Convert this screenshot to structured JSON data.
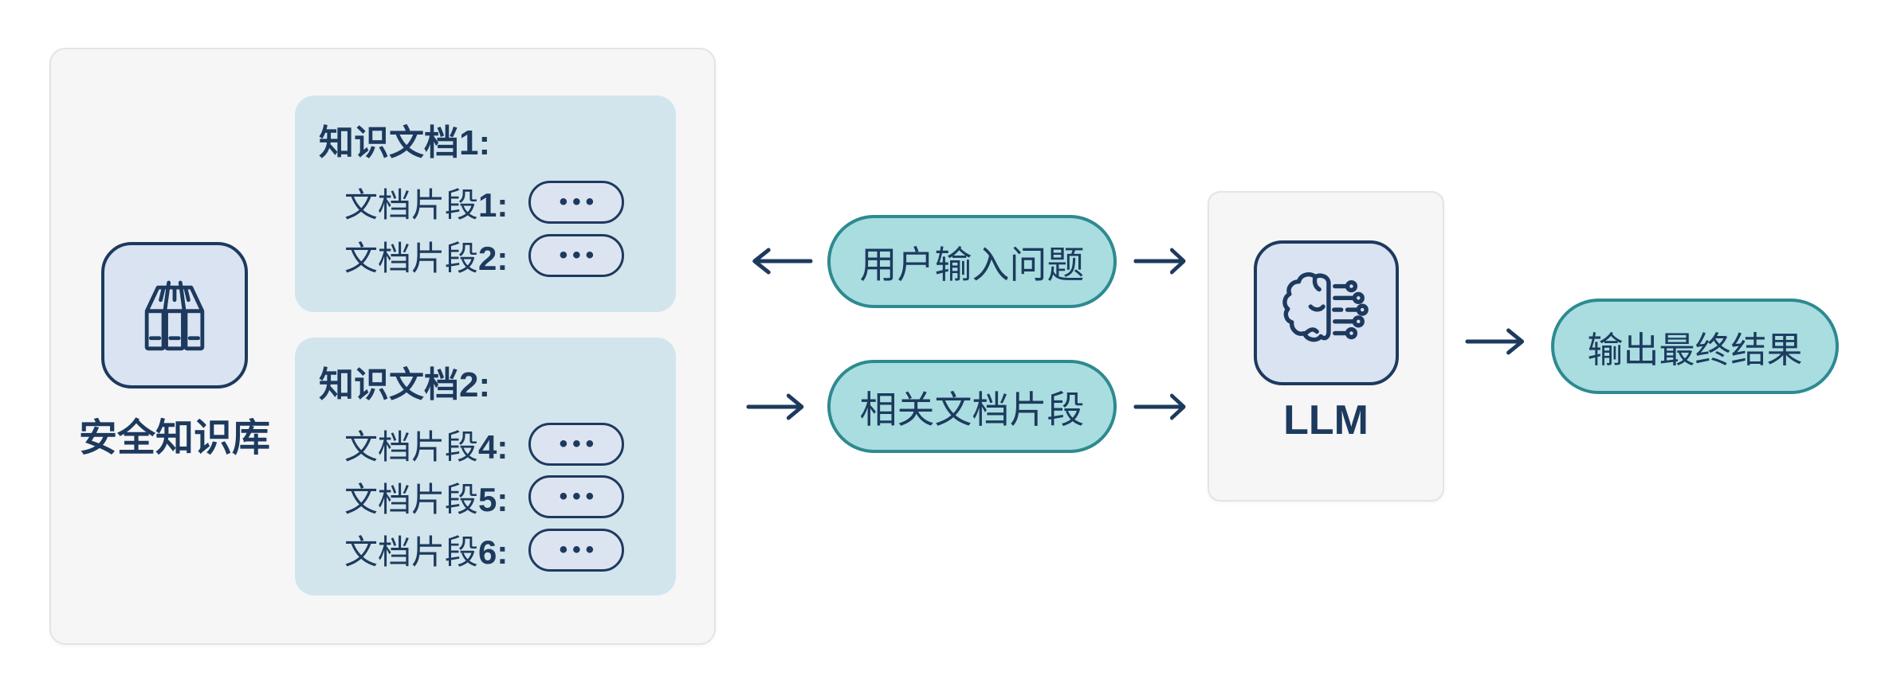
{
  "knowledge_base": {
    "label": "安全知识库",
    "icon": "library-books-icon",
    "documents": [
      {
        "title": "知识文档1:",
        "fragments": [
          {
            "label": "文档片段",
            "num": "1:",
            "value": "•••"
          },
          {
            "label": "文档片段",
            "num": "2:",
            "value": "•••"
          }
        ]
      },
      {
        "title": "知识文档2:",
        "fragments": [
          {
            "label": "文档片段",
            "num": "4:",
            "value": "•••"
          },
          {
            "label": "文档片段",
            "num": "5:",
            "value": "•••"
          },
          {
            "label": "文档片段",
            "num": "6:",
            "value": "•••"
          }
        ]
      }
    ]
  },
  "flow": {
    "user_query_label": "用户输入问题",
    "related_fragments_label": "相关文档片段",
    "llm_label": "LLM",
    "llm_icon": "ai-brain-circuit-icon",
    "output_label": "输出最终结果"
  },
  "colors": {
    "navy": "#1d3a5e",
    "teal_fill": "#a9dde0",
    "teal_border": "#2d8a90",
    "doc_card_fill": "#d2e5ec",
    "chip_fill": "#dde4f1",
    "icon_fill": "#dae3f1",
    "panel_fill": "#f6f6f7",
    "panel_border": "#e4e4e7"
  }
}
